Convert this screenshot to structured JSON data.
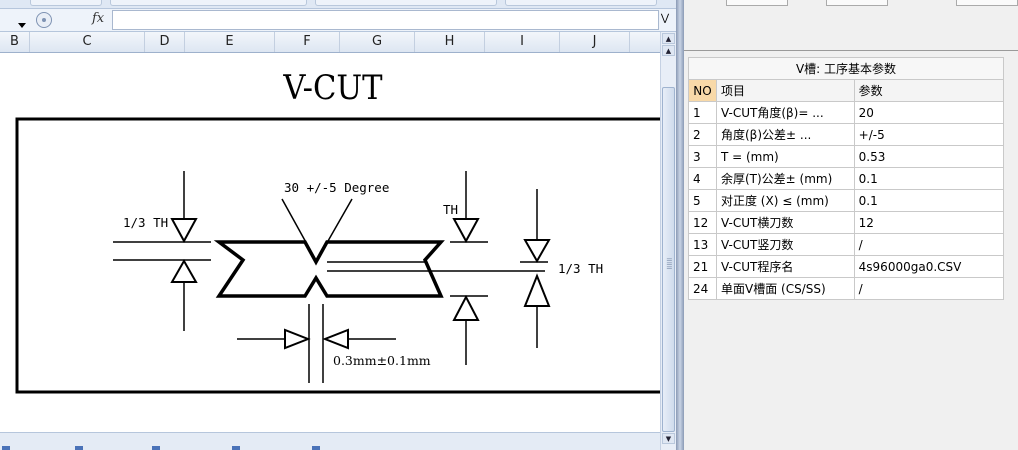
{
  "spreadsheet": {
    "columns": [
      "B",
      "C",
      "D",
      "E",
      "F",
      "G",
      "H",
      "I",
      "J"
    ],
    "fx_label": "fx",
    "drawing": {
      "title": "V-CUT",
      "angle_label": "30 +/-5 Degree",
      "left_label": "1/3 TH",
      "top_right_label": "TH",
      "right_label": "1/3 TH",
      "bottom_label": "0.3mm±0.1mm"
    }
  },
  "panel": {
    "table_title": "V槽: 工序基本参数",
    "headers": {
      "no": "NO",
      "item": "项目",
      "value": "参数"
    },
    "rows": [
      {
        "no": "1",
        "item": "V-CUT角度(β)=  ...",
        "value": "20"
      },
      {
        "no": "2",
        "item": "角度(β)公差±  ...",
        "value": "+/-5"
      },
      {
        "no": "3",
        "item": "T =  (mm)",
        "value": "0.53"
      },
      {
        "no": "4",
        "item": "余厚(T)公差±  (mm)",
        "value": "0.1"
      },
      {
        "no": "5",
        "item": "对正度 (X) ≤ (mm)",
        "value": "0.1"
      },
      {
        "no": "12",
        "item": "V-CUT横刀数",
        "value": "12"
      },
      {
        "no": "13",
        "item": "V-CUT竖刀数",
        "value": "/"
      },
      {
        "no": "21",
        "item": "V-CUT程序名",
        "value": "4s96000ga0.CSV"
      },
      {
        "no": "24",
        "item": "单面V槽面 (CS/SS)",
        "value": "/"
      }
    ]
  }
}
